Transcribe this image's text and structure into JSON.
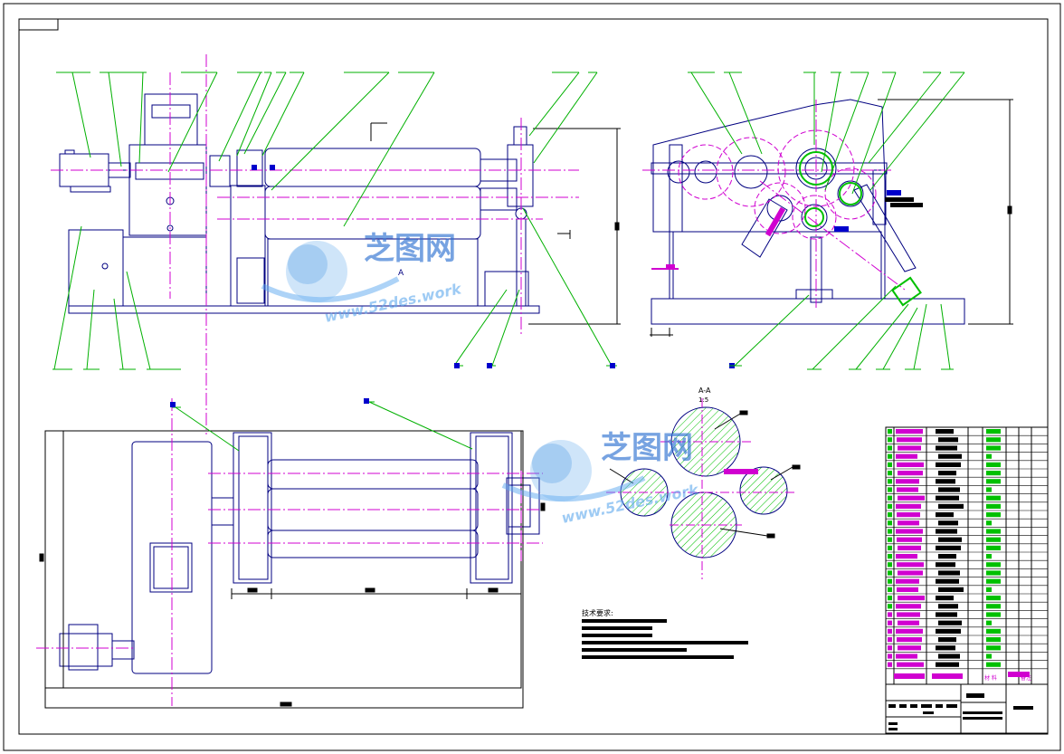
{
  "drawing": {
    "section_label": "A-A",
    "section_scale": "1:5",
    "section_marker": "A",
    "tech_requirements_title": "技术要求:",
    "watermark_brand": "芝图网",
    "watermark_url": "www.52des.work",
    "title_block_materials_label": "材 料",
    "title_block_notes_label": "备注"
  },
  "colors": {
    "frame": "#000000",
    "part": "#000080",
    "leader": "#00b000",
    "centerline": "#d000d0",
    "hatch": "#00c000",
    "tag": "#0000cc",
    "watermark": "#2a6fd1"
  },
  "icons": [
    "watermark-globe-icon"
  ]
}
